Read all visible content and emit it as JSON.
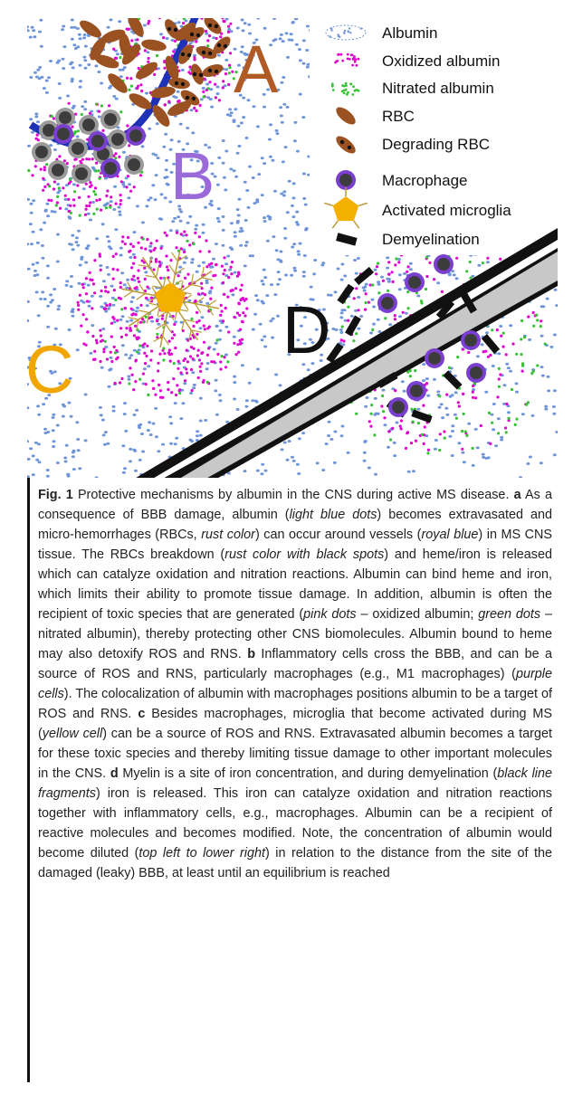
{
  "figure": {
    "legend": [
      {
        "label": "Albumin",
        "icon": "albumin-icon"
      },
      {
        "label": "Oxidized albumin",
        "icon": "oxidized-albumin-icon"
      },
      {
        "label": "Nitrated albumin",
        "icon": "nitrated-albumin-icon"
      },
      {
        "label": "RBC",
        "icon": "rbc-icon"
      },
      {
        "label": "Degrading RBC",
        "icon": "degrading-rbc-icon"
      },
      {
        "label": "Macrophage",
        "icon": "macrophage-icon"
      },
      {
        "label": "Activated microglia",
        "icon": "activated-microglia-icon"
      },
      {
        "label": "Demyelination",
        "icon": "demyelination-icon"
      }
    ],
    "regions": {
      "a": "A",
      "b": "B",
      "c": "C",
      "d": "D"
    },
    "colors": {
      "albumin": "#6f94d8",
      "oxidized": "#e000d0",
      "nitrated": "#35c335",
      "rbc": "#9a5223",
      "vessel": "#1e32b8",
      "macrophage_ring": "#7b3fd0",
      "macrophage_core": "#3c3c3c",
      "microglia": "#f3b000",
      "letter_a": "#b05a25",
      "letter_b": "#9a6bd8",
      "letter_c": "#f0a500",
      "letter_d": "#111111",
      "myelin_gray": "#c8c8c8"
    }
  },
  "caption": {
    "label": "Fig. 1",
    "title": "Protective mechanisms by albumin in the CNS during active MS disease.",
    "a_label": "a",
    "a1": "As a consequence of BBB damage, albumin (",
    "a_light_blue": "light blue dots",
    "a2": ") becomes extravasated and micro-hemorrhages (RBCs, ",
    "a_rust": "rust color",
    "a3": ") can occur around vessels (",
    "a_royal": "royal blue",
    "a4": ") in MS CNS tissue. The RBCs breakdown (",
    "a_rust_black": "rust color with black spots",
    "a5": ") and heme/iron is released which can catalyze oxidation and nitration reactions. Albumin can bind heme and iron, which limits their ability to promote tissue damage. In addition, albumin is often the recipient of toxic species that are generated (",
    "a_pink": "pink dots",
    "a6": " – oxidized albumin; ",
    "a_green": "green dots",
    "a7": " – nitrated albumin), thereby protecting other CNS biomolecules. Albumin bound to heme may also detoxify ROS and RNS.",
    "b_label": "b",
    "b1": "Inflammatory cells cross the BBB, and can be a source of ROS and RNS, particularly macrophages (e.g., M1 macrophages) (",
    "b_purple": "purple cells",
    "b2": "). The colocalization of albumin with macrophages positions albumin to be a target of ROS and RNS.",
    "c_label": "c",
    "c1": "Besides macrophages, microglia that become activated during MS (",
    "c_yellow": "yellow cell",
    "c2": ") can be a source of ROS and RNS. Extravasated albumin becomes a target for these toxic species and thereby limiting tissue damage to other important molecules in the CNS.",
    "d_label": "d",
    "d1": "Myelin is a site of iron concentration, and during demyelination (",
    "d_black": "black line fragments",
    "d2": ") iron is released. This iron can catalyze oxidation and nitration reactions together with inflammatory cells, e.g., macrophages. Albumin can be a recipient of reactive molecules and becomes modified. Note, the concentration of albumin would become diluted (",
    "d_topleft": "top left to lower right",
    "d3": ") in relation to the distance from the site of the damaged (leaky) BBB, at least until an equilibrium is reached"
  }
}
